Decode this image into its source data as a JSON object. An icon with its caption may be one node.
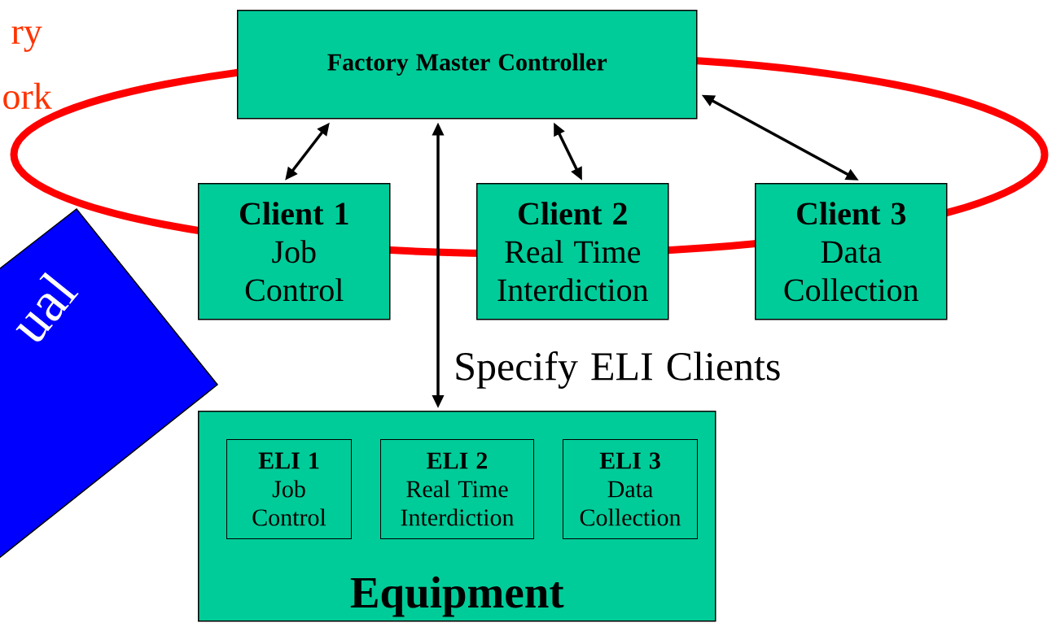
{
  "diagram": {
    "nodes": [
      {
        "text": [
          "Factory Master Controller"
        ]
      },
      {
        "text": [
          "Client 1",
          "Job Control"
        ]
      },
      {
        "text": [
          "Client 2",
          "Real Time Interdiction"
        ]
      },
      {
        "text": [
          "Client 3",
          "Data Collection"
        ]
      },
      {
        "text": [
          "Equipment"
        ]
      },
      {
        "text": [
          "ELI 1",
          "Job Control"
        ],
        "in": 4
      },
      {
        "text": [
          "ELI 2",
          "Real Time Interdiction"
        ],
        "in": 4
      },
      {
        "text": [
          "ELI 3",
          "Data Collection"
        ],
        "in": 4
      },
      {
        "text": [
          "ual"
        ]
      }
    ],
    "edges": [
      {
        "from": 0,
        "to": 1,
        "arrow": "both"
      },
      {
        "from": 0,
        "to": 2,
        "arrow": "both"
      },
      {
        "from": 0,
        "to": 3,
        "arrow": "both"
      },
      {
        "from": 0,
        "to": 4,
        "arrow": "both",
        "label": "Specify ELI Clients"
      }
    ],
    "labels": [
      "ry",
      "ork"
    ]
  }
}
